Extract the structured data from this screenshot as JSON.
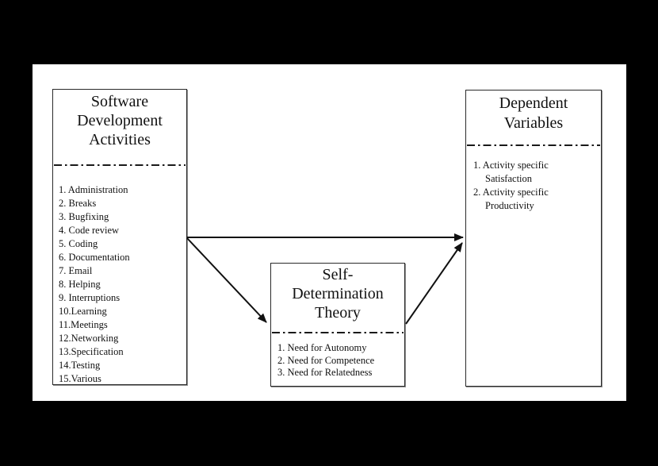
{
  "diagram": {
    "boxes": [
      {
        "id": "software-development-activities",
        "title": "Software\nDevelopment\nActivities",
        "items": [
          "1. Administration",
          "2. Breaks",
          "3. Bugfixing",
          "4. Code review",
          "5. Coding",
          "6. Documentation",
          "7. Email",
          "8. Helping",
          "9. Interruptions",
          "10.Learning",
          "11.Meetings",
          "12.Networking",
          "13.Specification",
          "14.Testing",
          "15.Various"
        ]
      },
      {
        "id": "self-determination-theory",
        "title": "Self-\nDetermination\nTheory",
        "items": [
          "1. Need for Autonomy",
          "2. Need for Competence",
          "3. Need for Relatedness"
        ]
      },
      {
        "id": "dependent-variables",
        "title": "Dependent\nVariables",
        "items": [
          {
            "text": "1. Activity specific"
          },
          {
            "text": "Satisfaction",
            "indent": true
          },
          {
            "text": "2. Activity specific"
          },
          {
            "text": "Productivity",
            "indent": true
          }
        ]
      }
    ],
    "arrows": [
      {
        "from": "software-development-activities",
        "to": "dependent-variables"
      },
      {
        "from": "software-development-activities",
        "to": "self-determination-theory"
      },
      {
        "from": "self-determination-theory",
        "to": "dependent-variables"
      }
    ],
    "colors": {
      "page_background": "#000000",
      "canvas_background": "#ffffff",
      "box_border": "#2a2a2a",
      "text": "#111111",
      "divider": "#1a1a1a",
      "arrow": "#111111"
    }
  }
}
